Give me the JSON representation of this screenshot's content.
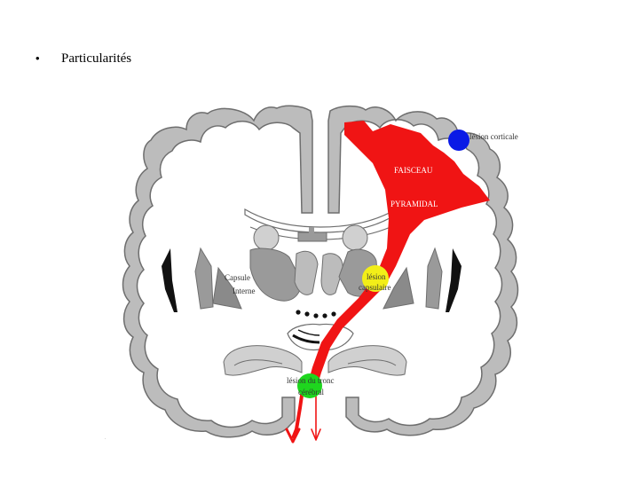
{
  "slide": {
    "bullet": "•",
    "title": "Particularités"
  },
  "diagram": {
    "labels": {
      "lesion_corticale": "lésion corticale",
      "faisceau": "FAISCEAU",
      "pyramidal": "PYRAMIDAL",
      "lesion_capsulaire_1": "lésion",
      "lesion_capsulaire_2": "capsulaire",
      "capsule_1": "Capsule",
      "capsule_2": "Interne",
      "lesion_tronc_1": "lésion du tronc",
      "lesion_tronc_2": "cérébral"
    },
    "colors": {
      "tract": "#f01414",
      "cortex": "#bcbcbc",
      "cortex_edge": "#6e6e6e",
      "white_matter": "#ffffff",
      "nuclei": "#9a9a9a",
      "lesion_cortical": "#0a1ae6",
      "lesion_capsular": "#f2ee18",
      "lesion_brainstem": "#1ed61e"
    }
  }
}
